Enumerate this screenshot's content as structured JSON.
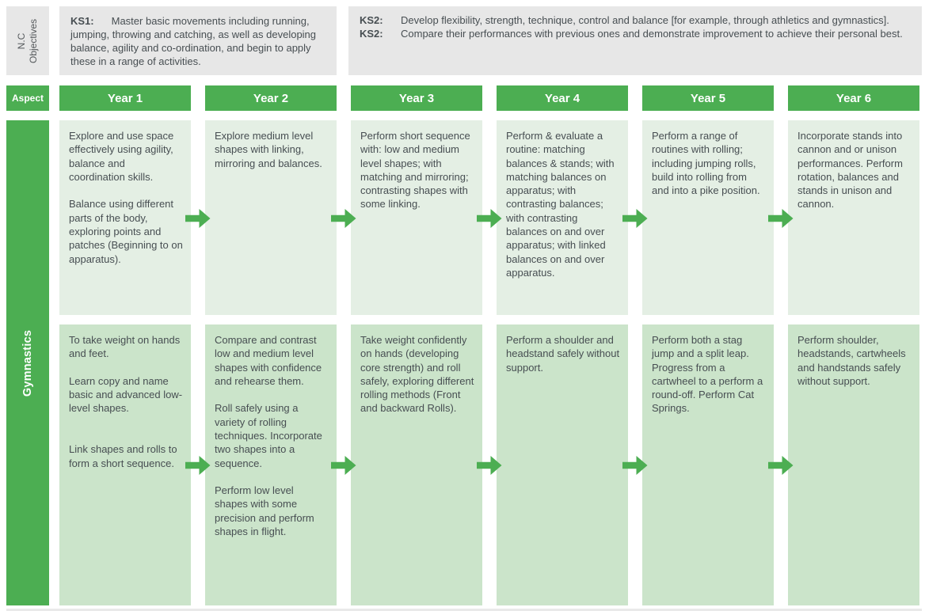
{
  "colors": {
    "accent_green": "#4cae52",
    "cell_light": "#e4efe4",
    "cell_medium": "#cbe4ca",
    "panel_gray": "#e7e7e7",
    "text_dark": "#474e52"
  },
  "nc_panel": {
    "rail_label": "N.C\nObjectives",
    "ks1": {
      "label": "KS1:",
      "text": "Master basic movements including running, jumping, throwing and catching, as well as developing balance, agility and co-ordination, and begin to apply these in a range of activities."
    },
    "ks2_items": [
      {
        "label": "KS2:",
        "text": "Develop flexibility, strength, technique, control and balance [for example, through athletics and gymnastics]."
      },
      {
        "label": "KS2:",
        "text": "Compare their performances with previous ones and demonstrate improvement to achieve their personal best."
      }
    ]
  },
  "aspect_label": "Aspect",
  "subject_label": "Gymnastics",
  "years": [
    "Year 1",
    "Year 2",
    "Year 3",
    "Year 4",
    "Year 5",
    "Year 6"
  ],
  "row1": [
    "Explore and use space effectively using agility, balance and coordination skills.\n\nBalance using different parts of the body, exploring points and patches (Beginning to on apparatus).",
    "Explore medium level shapes with linking, mirroring and balances.",
    "Perform short sequence with: low and medium level shapes; with matching and mirroring; contrasting shapes with some linking.",
    "Perform & evaluate a routine: matching balances & stands; with matching balances on apparatus; with contrasting balances; with contrasting balances on and over apparatus; with linked balances on and over apparatus.",
    "Perform a range of routines with rolling; including jumping rolls, build into rolling from and into a pike position.",
    "Incorporate stands into cannon and or unison performances. Perform rotation, balances and stands in unison and cannon."
  ],
  "row2": [
    "To take weight on hands and feet.\n\nLearn copy and name basic and advanced low-level shapes.\n\n\nLink shapes and rolls to form a short sequence.",
    "Compare and contrast low and medium level shapes with confidence and rehearse them.\n\nRoll safely using a variety of rolling techniques. Incorporate two shapes into a sequence.\n\nPerform low level shapes with some precision and perform shapes in flight.",
    "Take weight confidently on hands (developing core strength) and roll safely, exploring different rolling methods (Front and backward Rolls).",
    "Perform a shoulder and headstand safely without support.",
    "Perform both a stag jump and a split leap. Progress from a cartwheel to a perform a round-off. Perform Cat Springs.",
    "Perform shoulder, headstands, cartwheels and handstands safely without support."
  ]
}
